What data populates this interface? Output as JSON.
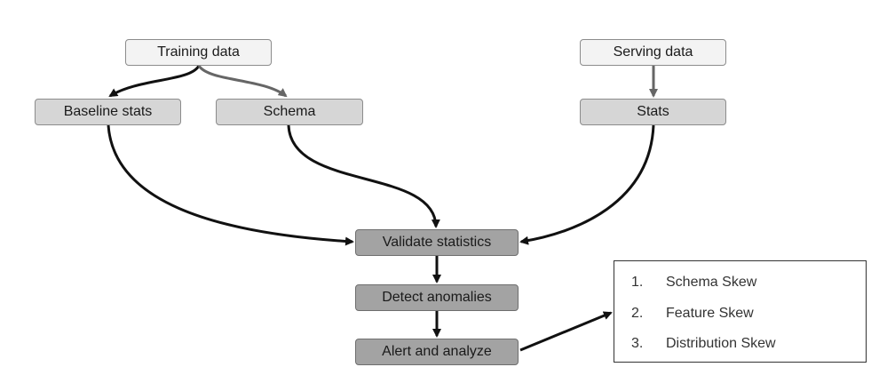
{
  "nodes": {
    "training_data": "Training data",
    "serving_data": "Serving data",
    "baseline_stats": "Baseline stats",
    "schema": "Schema",
    "stats": "Stats",
    "validate_statistics": "Validate statistics",
    "detect_anomalies": "Detect anomalies",
    "alert_and_analyze": "Alert and analyze"
  },
  "skew_list": [
    {
      "number": "1.",
      "label": "Schema Skew"
    },
    {
      "number": "2.",
      "label": "Feature Skew"
    },
    {
      "number": "3.",
      "label": "Distribution Skew"
    }
  ],
  "colors": {
    "edge_black": "#111111",
    "edge_gray": "#666666",
    "node_light": "#f3f3f3",
    "node_mid": "#d6d6d6",
    "node_dark": "#a3a3a3"
  }
}
